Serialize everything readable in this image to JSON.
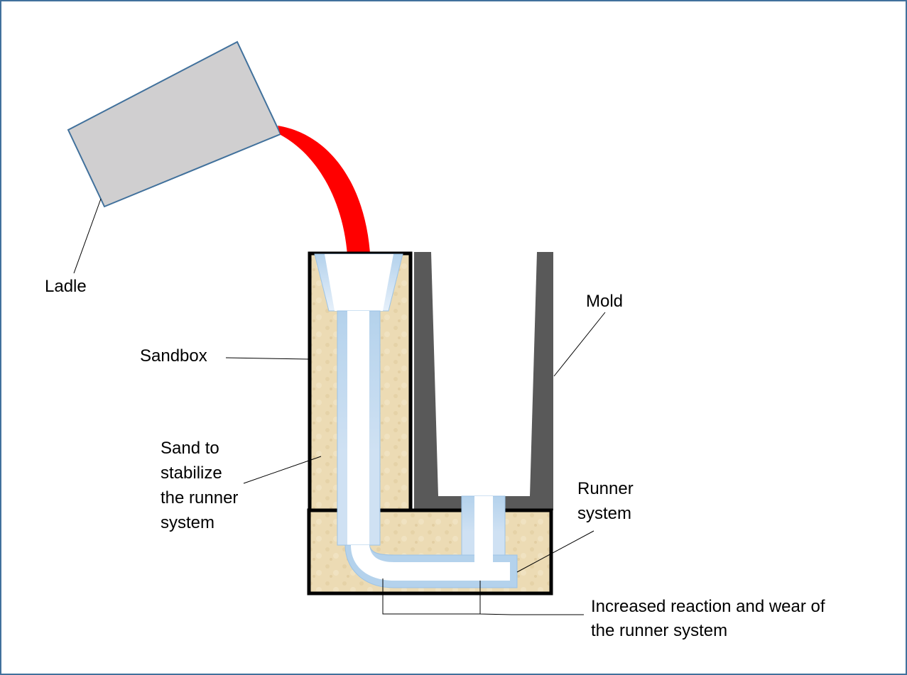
{
  "labels": {
    "ladle": "Ladle",
    "sandbox": "Sandbox",
    "mold": "Mold",
    "sand": [
      "Sand to",
      "stabilize",
      "the runner",
      "system"
    ],
    "runner": [
      "Runner",
      "system"
    ],
    "wear": [
      "Increased reaction and wear of",
      "the runner system"
    ]
  },
  "colors": {
    "border": "#41719c",
    "ladle_fill": "#d0cfd0",
    "metal": "#ff0000",
    "sand": "#ead8b0",
    "mold": "#595959",
    "runner": "#b4d2ec"
  }
}
